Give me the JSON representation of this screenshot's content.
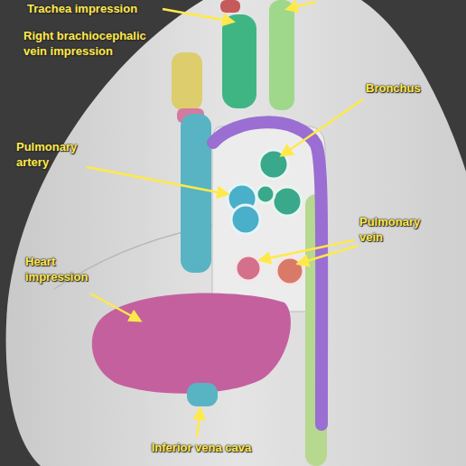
{
  "diagram": {
    "labels": [
      "Trachea impression",
      "Right brachiocephalic vein impression",
      "Bronchus",
      "Pulmonary artery",
      "Pulmonary vein",
      "Heart impression",
      "Inferior vena cava"
    ]
  }
}
